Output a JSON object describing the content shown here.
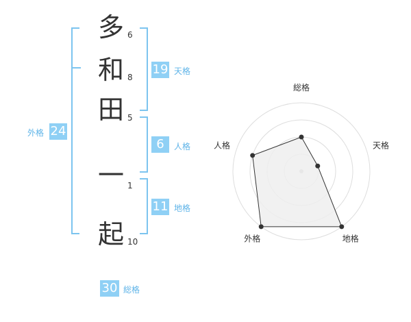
{
  "name": {
    "characters": [
      {
        "char": "多",
        "strokes": "6"
      },
      {
        "char": "和",
        "strokes": "8"
      },
      {
        "char": "田",
        "strokes": "5"
      },
      {
        "char": "一",
        "strokes": "1"
      },
      {
        "char": "起",
        "strokes": "10"
      }
    ]
  },
  "kakusu": {
    "tenkaku": {
      "value": "19",
      "label": "天格"
    },
    "jinkaku": {
      "value": "6",
      "label": "人格"
    },
    "chikaku": {
      "value": "11",
      "label": "地格"
    },
    "gaikaku": {
      "value": "24",
      "label": "外格"
    },
    "soukaku": {
      "value": "30",
      "label": "総格"
    }
  },
  "chart_data": {
    "type": "radar",
    "axes": [
      "総格",
      "天格",
      "地格",
      "外格",
      "人格"
    ],
    "values": [
      2,
      1,
      4,
      4,
      3
    ],
    "rmax": 4,
    "rings": 4,
    "colors": {
      "fill": "#eeeeee",
      "stroke": "#333333",
      "grid": "#dddddd",
      "center": "#bbbbbb"
    }
  },
  "colors": {
    "accent": "#8fd0f5",
    "bracket": "#7cc4ef",
    "label": "#5fb4e8"
  }
}
